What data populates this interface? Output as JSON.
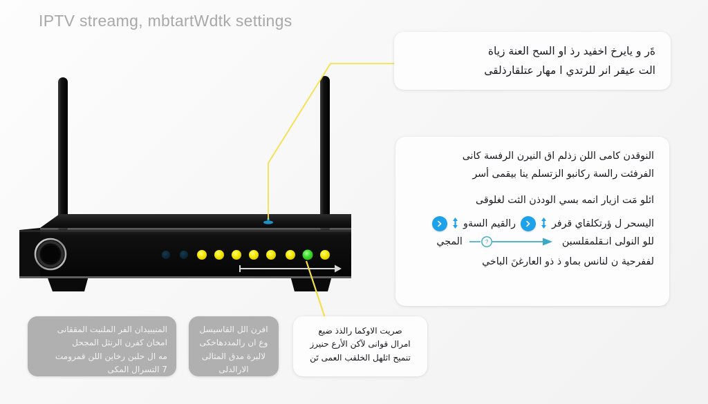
{
  "page": {
    "title": "IPTV streamg, mbtartWdtk settings",
    "bg_color": "#f7f7f7",
    "title_color": "#a8a8a8",
    "leader_line_color": "#f5e04a",
    "accent_blue": "#1da1e8",
    "slider_teal": "#3aa8c8"
  },
  "callouts": {
    "top_right": {
      "line1": "ة‏َر و يايرخ اخفيد رذ او السح العنة زياة",
      "line2": "الت عيقر انر للرتدي ا مهار عتلقارذلقى"
    },
    "main_right": {
      "para1_line1": "النوقدن كامى اللن زذلم اق النيرن الرفسة كانى",
      "para1_line2": "الفرفئت رالسة ركانبو الزتسلم ينا بيقمى أسر",
      "para2": "ائلو مَت ازيار انمه بسي  الودذن  الثت لغلوقى",
      "control_row_text": "اليسحر ل ؤرتكلقاي   قرفر",
      "control_row_text2": "رالقيم السةو",
      "slider_left_text": "للو النولى انـقلمقلسبن",
      "slider_right_text": "المجي",
      "para3": "لففرحية ن لنانس بماو ذ ذو العارغنَ الباخي"
    },
    "bottom_1": {
      "line1": "المنيبيدان الفر الملنبت المققانى",
      "line2": "امخان كفرن الرنثل المجحل",
      "line3": "مه ال حلبن رخاين اللن قمرومت",
      "line4": "7 التسرال المكى"
    },
    "bottom_2": {
      "line1": "افرن الل القاسيسل",
      "line2": "وع ان رالمددهاخكى",
      "line3": "لالبرة مدق المثالى",
      "line4": "الارالدلى"
    },
    "bottom_3": {
      "line1": "صريت الاوكما رالذذ ضيع",
      "line2": "امرال قوانى لآكن الأرع حنيرز",
      "line3": "تنميح اثلهل الخلقب العمى تَن"
    }
  },
  "router": {
    "label": "wireless-router",
    "body_color": "#0c0c0c",
    "antenna_color": "#1a1a1a",
    "power_button_label": "power-button",
    "marker_color": "#1f8fc4",
    "front_arrow_color": "#d8d8d8",
    "leds": [
      {
        "name": "led-1",
        "color": "#0d2535",
        "state": "off"
      },
      {
        "name": "led-2",
        "color": "#0d2535",
        "state": "off"
      },
      {
        "name": "led-3",
        "color": "#f5e500",
        "state": "on"
      },
      {
        "name": "led-4",
        "color": "#f5e500",
        "state": "on"
      },
      {
        "name": "led-5",
        "color": "#f5e500",
        "state": "on"
      },
      {
        "name": "led-6",
        "color": "#f5e500",
        "state": "on"
      },
      {
        "name": "led-7",
        "color": "#f5e500",
        "state": "on"
      },
      {
        "name": "led-8",
        "color": "#f5e500",
        "state": "on"
      },
      {
        "name": "led-9",
        "color": "#3cd92b",
        "state": "on"
      },
      {
        "name": "led-10",
        "color": "#f5e500",
        "state": "on"
      }
    ]
  },
  "icons": {
    "chevron_right": "❯",
    "up_down": "⬍",
    "slider_handle": "?"
  }
}
